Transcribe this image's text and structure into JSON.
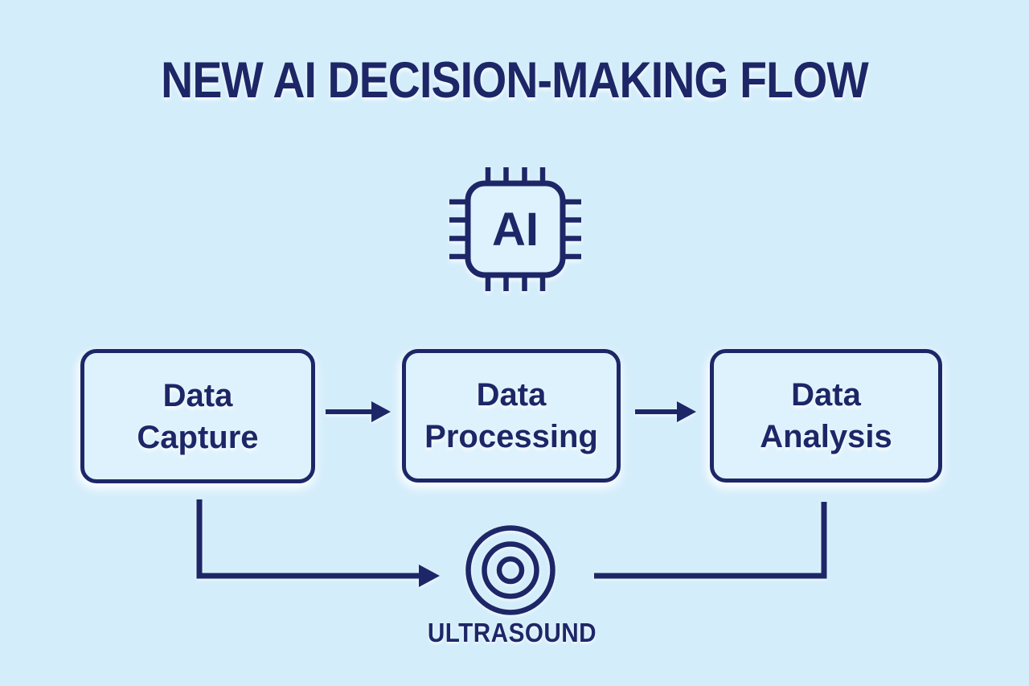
{
  "title": "NEW AI DECISION-MAKING FLOW",
  "chip": {
    "icon": "ai-chip-icon",
    "label": "AI"
  },
  "flow": {
    "boxes": [
      {
        "id": "data-capture",
        "line1": "Data",
        "line2": "Capture"
      },
      {
        "id": "data-processing",
        "line1": "Data",
        "line2": "Processing"
      },
      {
        "id": "data-analysis",
        "line1": "Data",
        "line2": "Analysis"
      }
    ],
    "connectors": [
      "capture-to-processing-arrow",
      "processing-to-analysis-arrow",
      "capture-down-to-ultrasound-arrow",
      "ultrasound-up-to-analysis-line"
    ]
  },
  "ultrasound": {
    "icon": "ultrasound-concentric-circles-icon",
    "label": "ULTRASOUND"
  },
  "colors": {
    "background": "#d4edfb",
    "navy": "#1d2767",
    "box_fill": "#def2fd"
  }
}
